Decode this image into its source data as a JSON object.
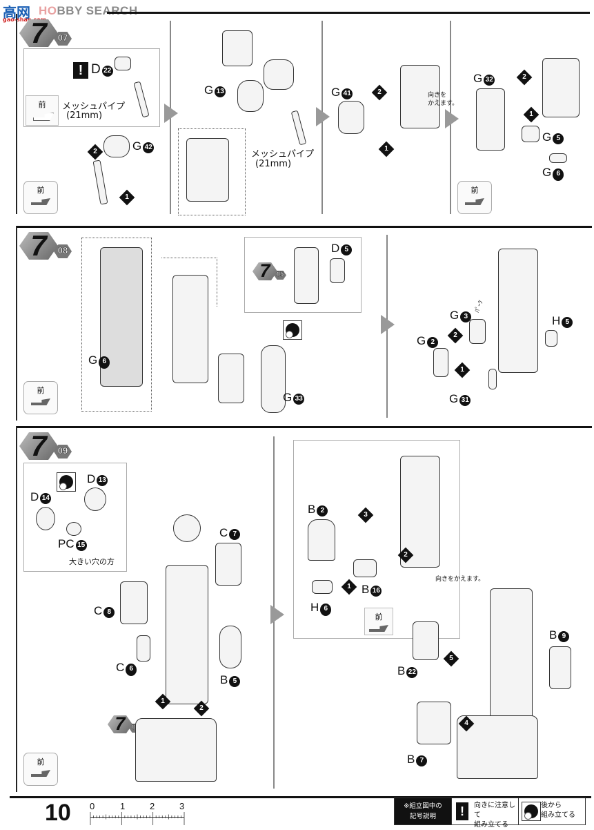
{
  "watermark": {
    "logo": "高网",
    "brand": "HOBBY SEARCH",
    "brand_prefix": "HO",
    "brand_rest": "BBY SEARCH",
    "site": "gao-shan.com"
  },
  "steps": [
    {
      "major": "7",
      "minor": "07",
      "panels": [
        {
          "callout_labels": [
            "D",
            "22"
          ],
          "pipe_label": "メッシュパイプ",
          "pipe_length": "(21mm)",
          "front_label": "前",
          "parts": [
            {
              "letter": "G",
              "num": "42"
            }
          ],
          "order": [
            "2",
            "1"
          ]
        },
        {
          "parts": [
            {
              "letter": "G",
              "num": "13"
            }
          ],
          "pipe_label": "メッシュパイプ",
          "pipe_length": "(21mm)"
        },
        {
          "parts": [
            {
              "letter": "G",
              "num": "41"
            }
          ],
          "order": [
            "2",
            "1"
          ]
        },
        {
          "note": "向きを\nかえます。",
          "note_line1": "向きを",
          "note_line2": "かえます。",
          "parts": [
            {
              "letter": "G",
              "num": "32"
            },
            {
              "letter": "G",
              "num": "5"
            },
            {
              "letter": "G",
              "num": "6"
            }
          ],
          "order": [
            "2",
            "1"
          ],
          "front_label": "前"
        }
      ]
    },
    {
      "major": "7",
      "minor": "08",
      "front_label": "前",
      "parts_left": [
        {
          "letter": "G",
          "num": "6"
        },
        {
          "letter": "G",
          "num": "33"
        },
        {
          "letter": "D",
          "num": "5"
        }
      ],
      "ref_badge": {
        "major": "7",
        "minor": "05"
      },
      "parts_right": [
        {
          "letter": "G",
          "num": "3"
        },
        {
          "letter": "G",
          "num": "2"
        },
        {
          "letter": "G",
          "num": "31"
        },
        {
          "letter": "H",
          "num": "5"
        }
      ],
      "tag": "ﾊﾟｰﾂ",
      "order": [
        "2",
        "1"
      ]
    },
    {
      "major": "7",
      "minor": "09",
      "front_label": "前",
      "callout_parts": [
        {
          "letter": "D",
          "num": "13"
        },
        {
          "letter": "D",
          "num": "14"
        },
        {
          "letter": "PC",
          "num": "15"
        }
      ],
      "callout_note": "大きい穴の方",
      "parts_left": [
        {
          "letter": "C",
          "num": "7"
        },
        {
          "letter": "C",
          "num": "8"
        },
        {
          "letter": "C",
          "num": "6"
        },
        {
          "letter": "B",
          "num": "5"
        }
      ],
      "ref_badge": {
        "major": "7",
        "minor": "03"
      },
      "order_left": [
        "1",
        "2"
      ],
      "callout_right_parts": [
        {
          "letter": "B",
          "num": "2"
        },
        {
          "letter": "B",
          "num": "16"
        },
        {
          "letter": "H",
          "num": "6"
        }
      ],
      "order_callout": [
        "3",
        "2",
        "1"
      ],
      "turn_note": "向きをかえます。",
      "parts_right": [
        {
          "letter": "B",
          "num": "9"
        },
        {
          "letter": "B",
          "num": "22"
        },
        {
          "letter": "B",
          "num": "7"
        }
      ],
      "order_right": [
        "5",
        "4"
      ]
    }
  ],
  "footer": {
    "page_number": "10",
    "ruler_ticks": [
      "0",
      "1",
      "2",
      "3"
    ],
    "legend": {
      "title_line1": "※組立図中の",
      "title_line2": "記号説明",
      "caution_icon": "!",
      "caution_line1": "向きに注意して",
      "caution_line2": "組み立てる",
      "later_line1": "後から",
      "later_line2": "組み立てる"
    }
  }
}
